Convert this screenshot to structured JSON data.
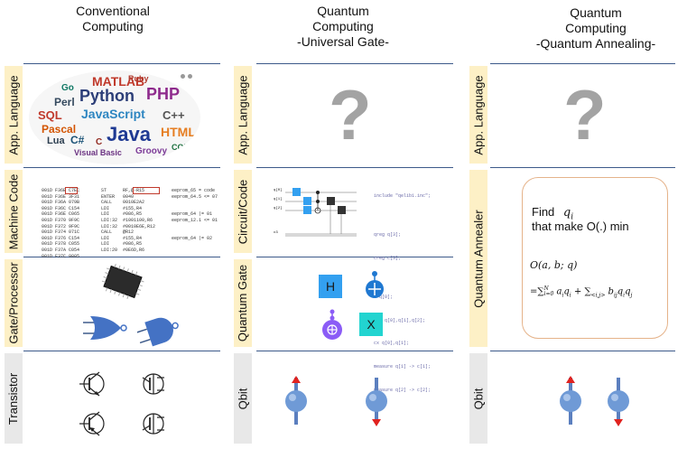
{
  "columns": [
    {
      "title_line1": "Conventional",
      "title_line2": "Computing",
      "title_line3": ""
    },
    {
      "title_line1": "Quantum",
      "title_line2": "Computing",
      "title_line3": "-Universal Gate-"
    },
    {
      "title_line1": "Quantum",
      "title_line2": "Computing",
      "title_line3": "-Quantum Annealing-"
    }
  ],
  "rows": {
    "conventional": [
      "App. Language",
      "Machine Code",
      "Gate/Processor",
      "Transistor"
    ],
    "universal": [
      "App. Language",
      "Circuit/Code",
      "Quantum Gate",
      "Qbit"
    ],
    "annealing": [
      "App. Language",
      "Quantum Annealer",
      "Qbit"
    ]
  },
  "question_mark": "?",
  "word_cloud": {
    "words": [
      "MATLAB",
      "Python",
      "PHP",
      "JavaScript",
      "Java",
      "C++",
      "HTML",
      "Perl",
      "SQL",
      "Pascal",
      "Lua",
      "Groovy",
      "Visual Basic",
      "C#",
      "C",
      "COBOL",
      "Go",
      "Ruby"
    ]
  },
  "machine_code": {
    "left": "001D F36E C7EC\n001D F36E 3F31\n001D F36A 079B\n001D F36C C154\n001D F36E C065\n001D F370 9F9C\n001D F372 9F9C\n001D F374 071C\n001D F376 C154\n001D F378 C055\n001D F37A C054\n001D F37C 9805",
    "middle": "ST      RF,@-R15\nENTER   0040\nCALL    0010E2A2\nLDI     #155,R4\nLDI     #086,R5\nLDI:32  #1001100,R6\nLDI:32  #0010E6E,R12\nCALL    @R12\nLDI     #155,R4\nLDI     #086,R5\nLDI:20  #0E6D,R6",
    "right": "eeprom_65 = code\neeprom_64.5 <= 07\n\n\neeprom_64 |= 01\neeprom_12.1 <= 01\n\n\neeprom_64 |= 02"
  },
  "qasm": {
    "lines": [
      "include \"qelib1.inc\";",
      "",
      "qreg q[3];",
      "creg c[3];",
      "",
      "x q[0];",
      "ccx q[0],q[1],q[2];",
      "cx q[0],q[1];",
      "measure q[1] -> c[1];",
      "measure q[2] -> c[2];"
    ],
    "wires": [
      "q[0]",
      "q[1]",
      "q[2]",
      "c3"
    ]
  },
  "quantum_gates": {
    "hadamard": "H",
    "pauli_x": "X"
  },
  "annealer": {
    "find_line1": "Find",
    "find_var": "q",
    "find_sub": "i",
    "find_line2": "that make O(.) min",
    "objective": "O(a, b; q)",
    "formula_lhs": "=",
    "formula_sum1": "∑",
    "formula_sum1_sup": "N",
    "formula_sum1_sub": "i=0",
    "formula_term1": "a",
    "formula_term1_sub": "i",
    "formula_term1_b": "q",
    "formula_term1_b_sub": "i",
    "formula_plus": "+",
    "formula_sum2": "∑",
    "formula_sum2_sub": "<i,j>",
    "formula_term2": "b",
    "formula_term2_sub": "ij",
    "formula_term2_b": "q",
    "formula_term2_b_sub": "i",
    "formula_term2_c": "q",
    "formula_term2_c_sub": "j"
  },
  "colors": {
    "yellow_label": "#fdf0c6",
    "gray_label": "#e8e8e8",
    "divider": "#3d5a8a",
    "hadamard": "#33a0f0",
    "pauli_x": "#22d4d0",
    "cnot": "#1f78d1",
    "toffoli": "#8b5cf6",
    "qbit": "#6f9ad6",
    "arrow": "#e0221f"
  }
}
